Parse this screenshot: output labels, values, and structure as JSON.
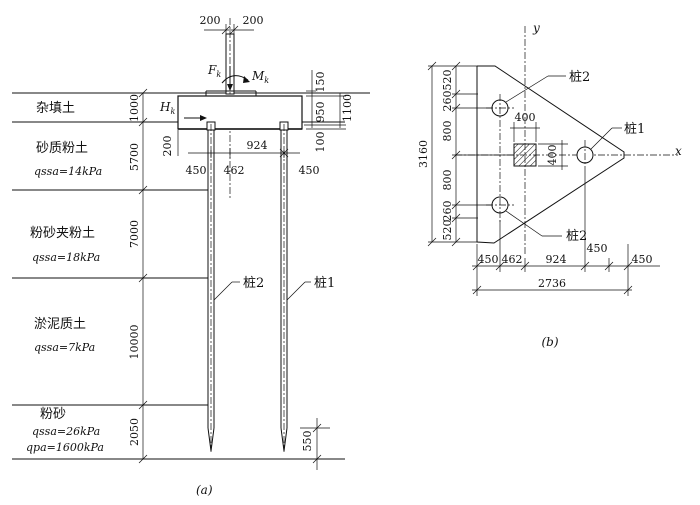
{
  "figure_a": {
    "caption": "(a)",
    "strata": [
      {
        "name": "杂填土",
        "thickness": "1000",
        "q_label": ""
      },
      {
        "name": "砂质粉土",
        "thickness": "5700",
        "q_label": "qssa=14kPa"
      },
      {
        "name": "粉砂夹粉土",
        "thickness": "7000",
        "q_label": "qssa=18kPa"
      },
      {
        "name": "淤泥质土",
        "thickness": "10000",
        "q_label": "qssa=7kPa"
      },
      {
        "name": "粉砂",
        "thickness": "2050",
        "q_label": "qssa=26kPa",
        "q_label2": "qpa=1600kPa"
      }
    ],
    "top_dims": [
      "200",
      "200"
    ],
    "right_dims": [
      "150",
      "950",
      "1100",
      "100"
    ],
    "cap_dim": "200",
    "spacing_dims": [
      "450",
      "462",
      "924",
      "450"
    ],
    "tip_dim": "550",
    "loads": {
      "F": "F",
      "F_sub": "k",
      "M": "M",
      "M_sub": "k",
      "H": "H",
      "H_sub": "k"
    },
    "pile_labels": [
      "桩2",
      "桩1"
    ]
  },
  "figure_b": {
    "caption": "(b)",
    "axis_x": "x",
    "axis_y": "y",
    "left_dims": [
      "520",
      "260",
      "800",
      "800",
      "260",
      "520"
    ],
    "total_height": "3160",
    "column_dims": [
      "400",
      "400"
    ],
    "bottom_dims": [
      "450",
      "462",
      "924",
      "450",
      "450"
    ],
    "total_width": "2736",
    "pile_labels": [
      "桩2",
      "桩1",
      "桩2"
    ]
  }
}
